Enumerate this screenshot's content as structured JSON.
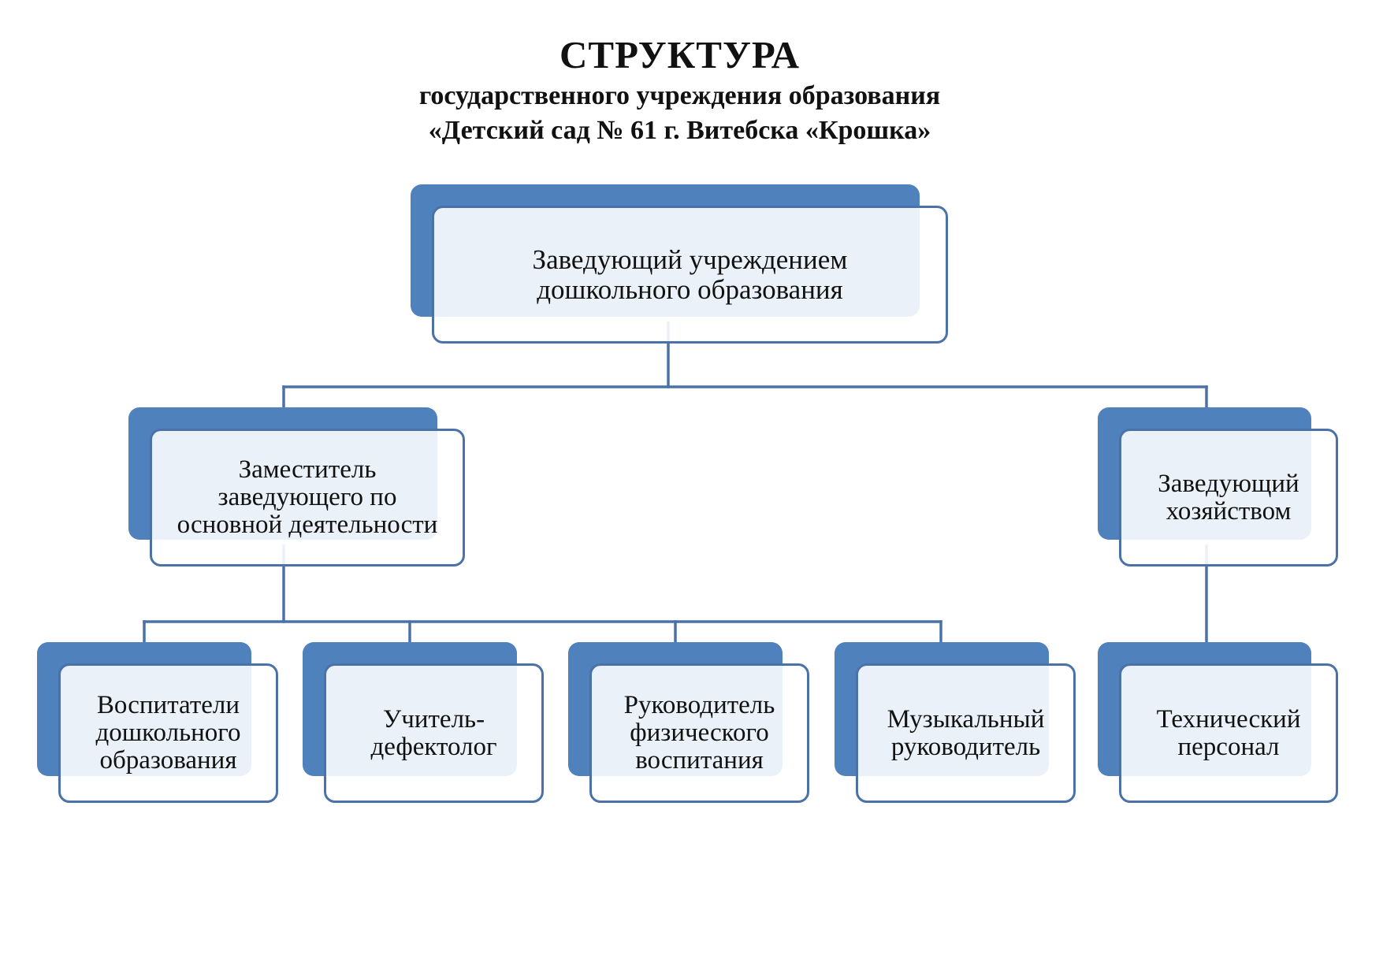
{
  "colors": {
    "accent": "#4f81bd",
    "border": "#4a72a8",
    "connector": "#4a72a8",
    "text": "#111111"
  },
  "header": {
    "title": "СТРУКТУРА",
    "line1": "государственного учреждения образования",
    "line2": "«Детский сад № 61 г. Витебска «Крошка»"
  },
  "nodes": {
    "head": "Заведующий учреждением\nдошкольного образования",
    "deputy": "Заместитель\nзаведующего по\nосновной деятельности",
    "housekeeper": "Заведующий\nхозяйством",
    "educators": "Воспитатели\nдошкольного\nобразования",
    "defectologist": "Учитель-\nдефектолог",
    "physical_ed": "Руководитель\nфизического\nвоспитания",
    "music": "Музыкальный\nруководитель",
    "technical": "Технический\nперсонал"
  }
}
